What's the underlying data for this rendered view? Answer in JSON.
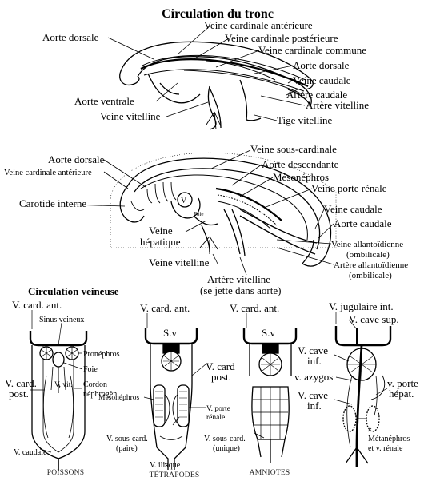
{
  "figure1": {
    "title": "Circulation du tronc",
    "labels": {
      "veine_cardinale_anterieure": "Veine cardinale antérieure",
      "aorte_dorsale_left": "Aorte dorsale",
      "veine_cardinale_posterieure": "Veine cardinale postérieure",
      "veine_cardinale_commune": "Veine cardinale commune",
      "aorte_dorsale_right": "Aorte dorsale",
      "veine_caudale": "Veine caudale",
      "aorte_ventrale": "Aorte ventrale",
      "artere_caudale": "Artère caudale",
      "artere_vitelline": "Artère vitelline",
      "veine_vitelline": "Veine vitelline",
      "tige_vitelline": "Tige vitelline"
    }
  },
  "figure2": {
    "labels": {
      "veine_sous_cardinale": "Veine sous-cardinale",
      "aorte_dorsale": "Aorte dorsale",
      "aorte_descendante": "Aorte descendante",
      "veine_cardinale_anterieure": "Veine cardinale antérieure",
      "mesonephros": "Mésonéphros",
      "veine_porte_renale": "Veine porte rénale",
      "carotide_interne": "Carotide interne",
      "veine_caudale": "Veine caudale",
      "aorte_caudale": "Aorte caudale",
      "veine_hepatique_1": "Veine",
      "veine_hepatique_2": "hépatique",
      "veine_allantoidienne_1": "Veine allantoïdienne",
      "veine_allantoidienne_2": "(ombilicale)",
      "artere_allantoidienne_1": "Artère allantoïdienne",
      "artere_allantoidienne_2": "(ombilicale)",
      "veine_vitelline": "Veine vitelline",
      "artere_vitelline_1": "Artère vitelline",
      "artere_vitelline_2": "(se jette dans aorte)",
      "heart_v": "V",
      "foie": "Foie"
    }
  },
  "figure3": {
    "title": "Circulation veineuse",
    "poissons": {
      "v_card_ant": "V. card. ant.",
      "sinus_veineux": "Sinus veineux",
      "pronephros": "Pronéphros",
      "foie": "Foie",
      "v_card_post_1": "V. card.",
      "v_card_post_2": "post.",
      "v_vit": "V. vit.",
      "cordon_1": "Cordon",
      "cordon_2": "néphrogèn.",
      "v_caudale": "V. caudale",
      "caption": "POISSONS"
    },
    "tetrapodes": {
      "v_card_ant": "V. card. ant.",
      "sv": "S.v",
      "v_card_post_1": "V. card",
      "v_card_post_2": "post.",
      "mesonephros": "Mésonéphros",
      "v_porte_1": "V. porte",
      "v_porte_2": "rénale",
      "v_sous_card_1": "V. sous-card.",
      "v_sous_card_2": "(paire)",
      "v_iliaque": "V. iliaque",
      "caption": "TÉTRAPODES"
    },
    "amniotes": {
      "v_card_ant": "V. card. ant.",
      "sv": "S.v",
      "v_sous_card_1": "V. sous-card.",
      "v_sous_card_2": "(unique)",
      "caption": "AMNIOTES"
    },
    "mammals": {
      "v_jugulaire": "V. jugulaire int.",
      "v_cave_sup": "V. cave sup.",
      "v_cave_inf_1": "V. cave",
      "v_cave_inf_2": "inf.",
      "v_azygos": "v. azygos",
      "v_porte_1": "v. porte",
      "v_porte_2": "hépat.",
      "v_cave_inf2_1": "V. cave",
      "v_cave_inf2_2": "inf.",
      "metanephros_1": "Métanéphros",
      "metanephros_2": "et v. rénale"
    }
  }
}
